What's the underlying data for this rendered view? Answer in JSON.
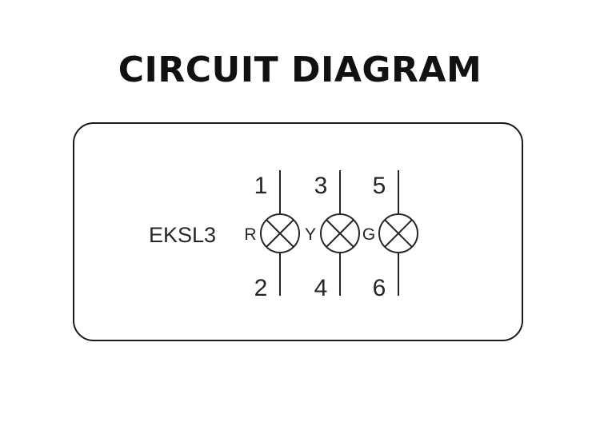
{
  "title": "CIRCUIT DIAGRAM",
  "model": "EKSL3",
  "lamps": [
    {
      "color_label": "R",
      "top_pin": "1",
      "bottom_pin": "2"
    },
    {
      "color_label": "Y",
      "top_pin": "3",
      "bottom_pin": "4"
    },
    {
      "color_label": "G",
      "top_pin": "5",
      "bottom_pin": "6"
    }
  ],
  "colors": {
    "ink": "#2a2424",
    "title": "#111111",
    "border": "#1a1a1a"
  },
  "icons": {
    "lamp": "lamp-symbol-icon"
  }
}
